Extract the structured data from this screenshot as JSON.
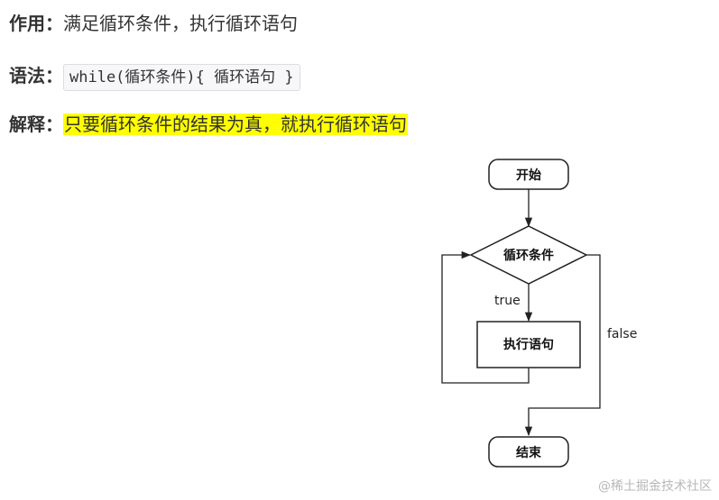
{
  "rows": {
    "purpose": {
      "label": "作用：",
      "text": "满足循环条件，执行循环语句"
    },
    "syntax": {
      "label": "语法：",
      "code": "while(循环条件){ 循环语句 }"
    },
    "explain": {
      "label": "解释：",
      "text": "只要循环条件的结果为真，就执行循环语句"
    }
  },
  "flowchart": {
    "start": "开始",
    "condition": "循环条件",
    "true_label": "true",
    "false_label": "false",
    "body": "执行语句",
    "end": "结束"
  },
  "watermark": "@稀土掘金技术社区",
  "colors": {
    "highlight": "#ffff00",
    "code_bg": "#f7f7f9"
  }
}
